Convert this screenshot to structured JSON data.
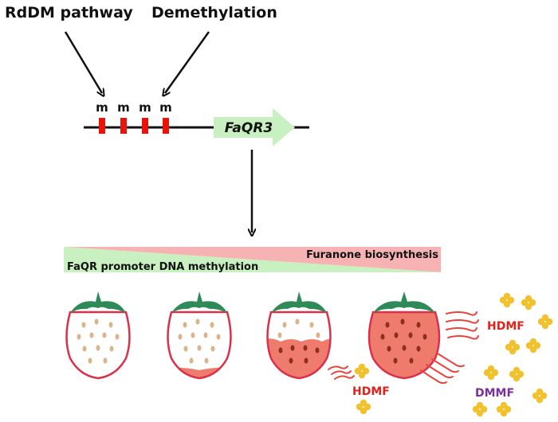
{
  "top_labels": {
    "rddm": "RdDM pathway",
    "demethylation": "Demethylation"
  },
  "methylation_marks": [
    "m",
    "m",
    "m",
    "m"
  ],
  "gene": {
    "name": "FaQR3",
    "color": "#c9f0c0"
  },
  "gradient_bars": {
    "furanone": "Furanone biosynthesis",
    "methylation": "FaQR promoter DNA methylation",
    "pink": "#f7b3b3",
    "green": "#c9f0c0"
  },
  "volatiles": {
    "hdmf_small": "HDMF",
    "hdmf_large": "HDMF",
    "dmmf": "DMMF",
    "hdmf_color": "#e0221c",
    "dmmf_color": "#7a2f9a",
    "molecule_color": "#f2c12e"
  },
  "fruit_colors": {
    "flesh_white": "#ffffff",
    "flesh_red": "#ef7b6c",
    "outline": "#d9314b",
    "leaf": "#2e8b57",
    "seed_light": "#dcb48a",
    "seed_dark": "#8b3020",
    "mark_red": "#e8140c"
  }
}
